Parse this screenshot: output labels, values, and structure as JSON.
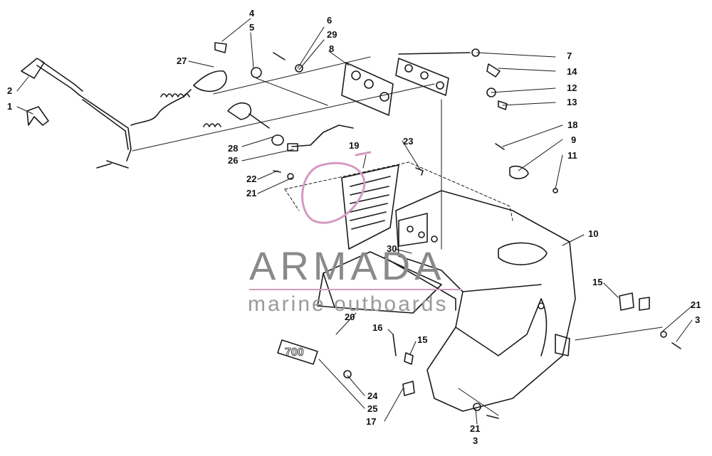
{
  "watermark": {
    "brand": "ARMADA",
    "tagline": "marine outboards",
    "accent_color": "#d59ac2",
    "text_color": "#8a8a8a"
  },
  "callouts": [
    "1",
    "2",
    "3",
    "3",
    "4",
    "5",
    "6",
    "7",
    "8",
    "9",
    "10",
    "11",
    "12",
    "13",
    "14",
    "15",
    "15",
    "16",
    "17",
    "18",
    "19",
    "20",
    "21",
    "21",
    "21",
    "22",
    "23",
    "24",
    "25",
    "26",
    "27",
    "28",
    "29",
    "30"
  ],
  "emblem_text": "700"
}
